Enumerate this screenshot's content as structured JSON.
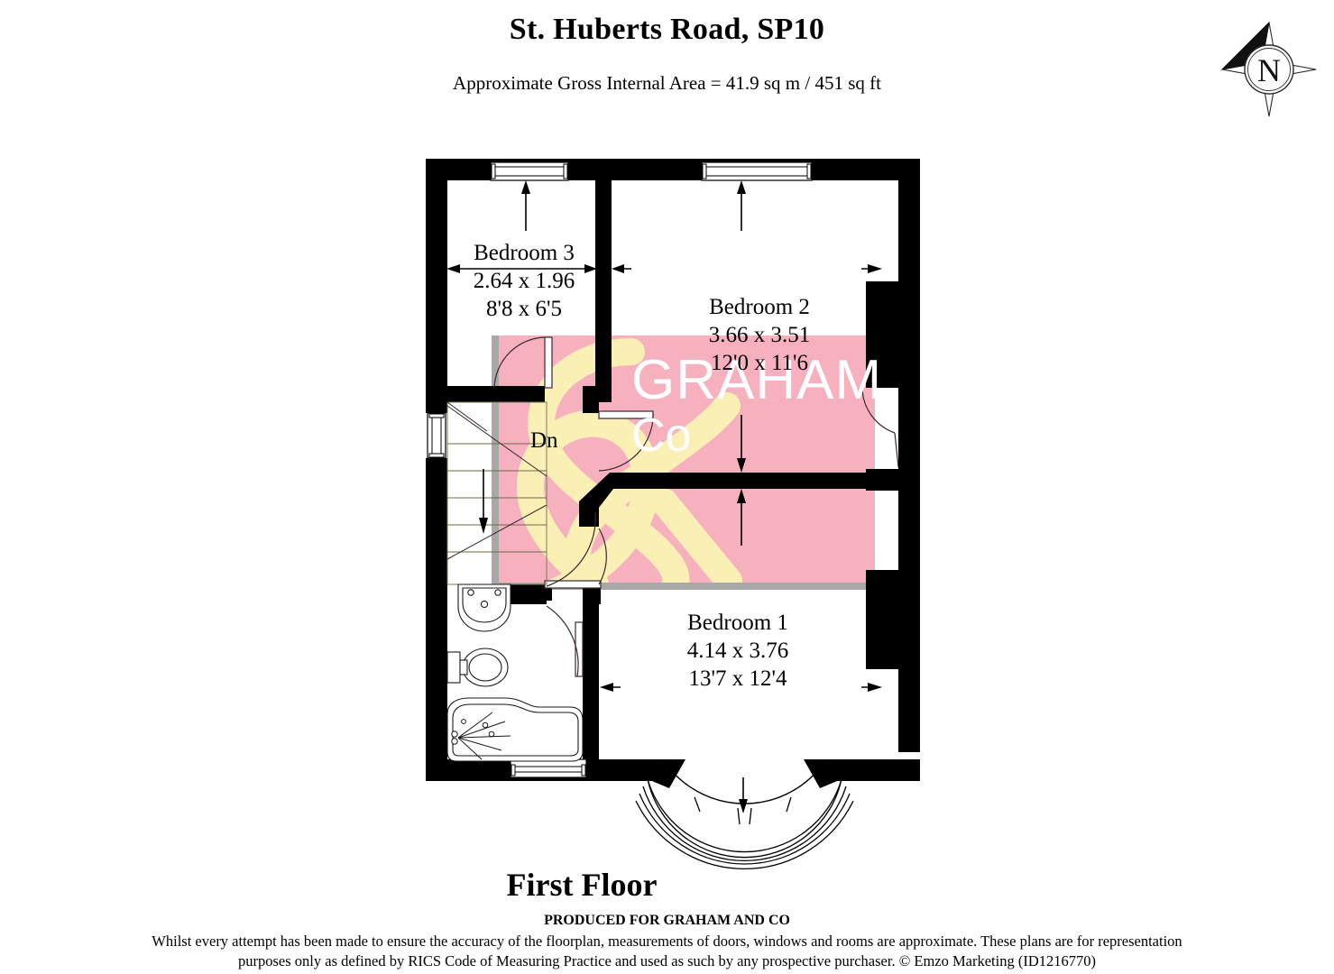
{
  "header": {
    "title": "St. Huberts Road, SP10",
    "subtitle": "Approximate Gross Internal Area = 41.9 sq m / 451 sq ft"
  },
  "compass": {
    "label": "N",
    "icon": "compass-rose-icon"
  },
  "floorplan": {
    "floor_label": "First Floor",
    "stairs_label": "Dn",
    "rooms": [
      {
        "id": "bedroom-3",
        "name": "Bedroom 3",
        "metric": "2.64 x 1.96",
        "imperial": "8'8 x 6'5"
      },
      {
        "id": "bedroom-2",
        "name": "Bedroom 2",
        "metric": "3.66 x 3.51",
        "imperial": "12'0 x 11'6"
      },
      {
        "id": "bedroom-1",
        "name": "Bedroom 1",
        "metric": "4.14 x 3.76",
        "imperial": "13'7 x 12'4"
      }
    ],
    "fixtures": [
      "sink-icon",
      "toilet-icon",
      "bath-shower-icon"
    ],
    "watermark": {
      "line1": "GRAHAM",
      "line2": "Co",
      "ampersand": "&",
      "panel_color": "#f7b1be",
      "ampersand_color": "#faf0b5",
      "text_color": "#ffffff"
    }
  },
  "footer": {
    "produced_for": "PRODUCED FOR GRAHAM AND CO",
    "disclaimer_line1": "Whilst every attempt has been made to ensure the accuracy of the floorplan, measurements of doors, windows and rooms are approximate. These plans are for representation",
    "disclaimer_line2": "purposes only as defined by RICS Code of Measuring Practice and used as such by any prospective purchaser. © Emzo Marketing (ID1216770)"
  },
  "colors": {
    "wall": "#000000",
    "background": "#ffffff",
    "watermark_pink": "#f7b1be",
    "watermark_yellow": "#faf0b5",
    "grey_edge": "#a8a8a8"
  }
}
